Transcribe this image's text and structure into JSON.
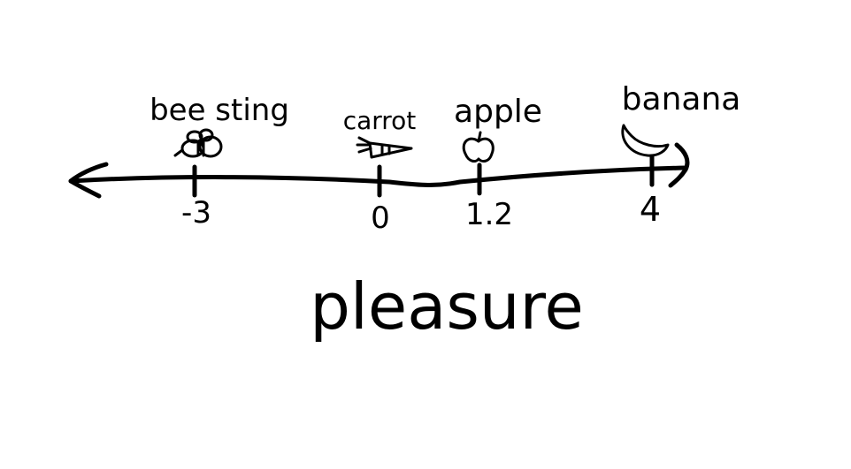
{
  "number_line": {
    "axis_label": "pleasure",
    "ticks": [
      {
        "value": -3,
        "tick_label": "-3",
        "item_label": "bee sting",
        "icon": "bee-icon"
      },
      {
        "value": 0,
        "tick_label": "0",
        "item_label": "carrot",
        "icon": "carrot-icon"
      },
      {
        "value": 1.2,
        "tick_label": "1.2",
        "item_label": "apple",
        "icon": "apple-icon"
      },
      {
        "value": 4,
        "tick_label": "4",
        "item_label": "banana",
        "icon": "banana-icon"
      }
    ],
    "arrows": [
      "left",
      "right"
    ],
    "ink_color": "#000000",
    "background_color": "#ffffff"
  }
}
